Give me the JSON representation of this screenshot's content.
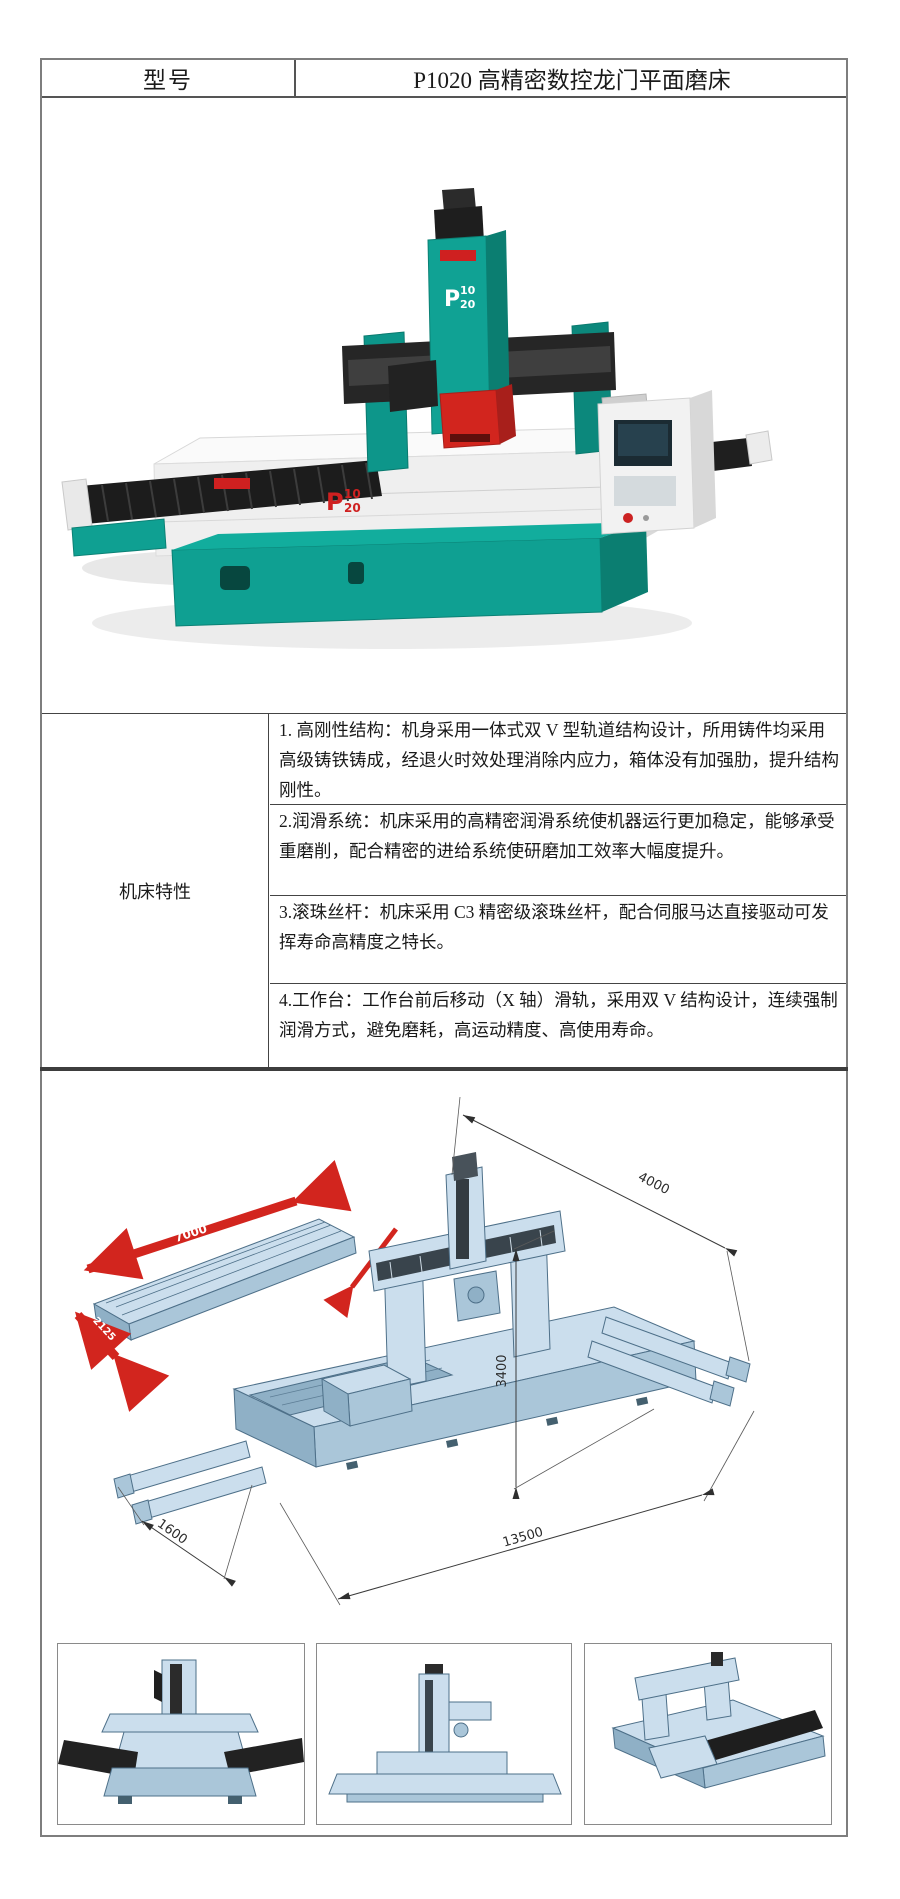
{
  "document": {
    "header": {
      "model_label": "型号",
      "model_value": "P1020 高精密数控龙门平面磨床"
    },
    "photo": {
      "brand_p": "P",
      "brand_10": "10",
      "brand_20": "20"
    },
    "features": {
      "label": "机床特性",
      "items": [
        "1.  高刚性结构：机身采用一体式双 V 型轨道结构设计，所用铸件均采用高级铸铁铸成，经退火时效处理消除内应力，箱体没有加强肋，提升结构刚性。",
        "2.润滑系统：机床采用的高精密润滑系统使机器运行更加稳定，能够承受重磨削，配合精密的进给系统使研磨加工效率大幅度提升。",
        "3.滚珠丝杆：机床采用 C3 精密级滚珠丝杆，配合伺服马达直接驱动可发挥寿命高精度之特长。",
        "4.工作台：工作台前后移动（X 轴）滑轨，采用双 V 结构设计，连续强制润滑方式，避免磨耗，高运动精度、高使用寿命。"
      ]
    },
    "diagram": {
      "dimensions": {
        "table_length": "7000",
        "table_width": "2125",
        "gantry_span": "4000",
        "machine_height": "3400",
        "rail_width": "1600",
        "overall_length": "13500"
      }
    },
    "colors": {
      "machine_teal": "#0fa092",
      "accent_red": "#d2251e",
      "cad_blue": "#cbdeed"
    }
  }
}
